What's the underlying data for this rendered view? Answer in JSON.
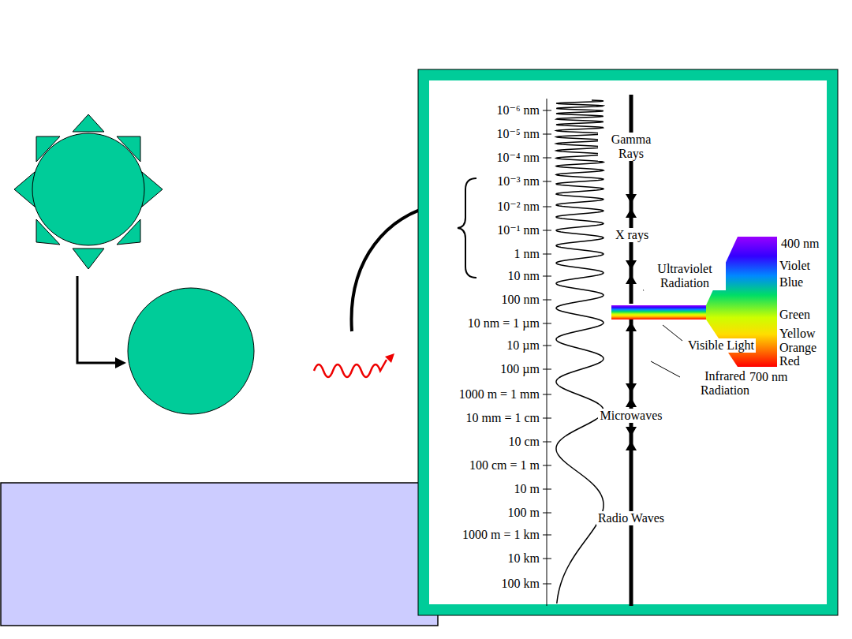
{
  "diagram": {
    "labels": [
      "10⁻⁶ nm",
      "10⁻⁵ nm",
      "10⁻⁴ nm",
      "10⁻³ nm",
      "10⁻² nm",
      "10⁻¹ nm",
      "1 nm",
      "10 nm",
      "100 nm",
      "10 nm = 1 µm",
      "10 µm",
      "100 µm",
      "1000 m = 1 mm",
      "10 mm = 1 cm",
      "10 cm",
      "100 cm = 1 m",
      "10 m",
      "100 m",
      "1000 m = 1 km",
      "10 km",
      "100 km",
      "Gamma Rays",
      "X rays",
      "Ultraviolet Radiation",
      "Visible Light",
      "Infrared Radiation",
      "Microwaves",
      "Radio Waves",
      "400 nm",
      "Violet",
      "Blue",
      "Green",
      "Yellow",
      "Orange",
      "Red",
      "700 nm"
    ]
  }
}
